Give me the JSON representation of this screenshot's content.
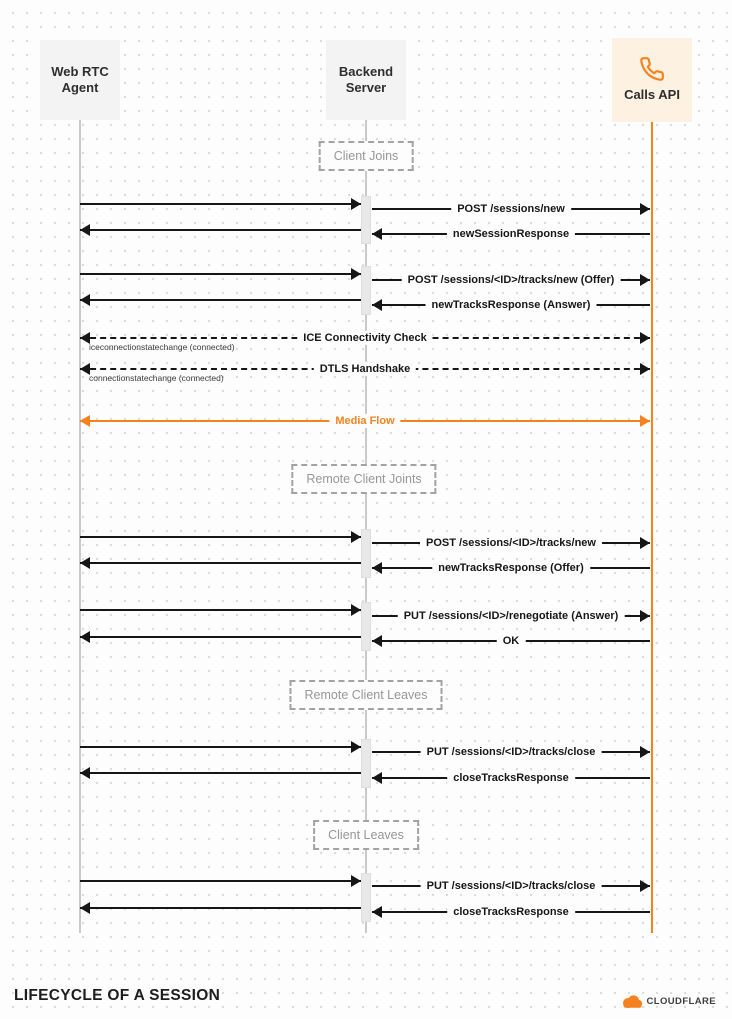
{
  "actors": {
    "agent": "Web RTC Agent",
    "backend": "Backend Server",
    "calls": "Calls API"
  },
  "sections": {
    "client_joins": "Client Joins",
    "remote_client_joins": "Remote Client Joints",
    "remote_client_leaves": "Remote Client Leaves",
    "client_leaves": "Client Leaves"
  },
  "messages": {
    "post_sessions_new": "POST /sessions/new",
    "new_session_response": "newSessionResponse",
    "post_tracks_new_offer": "POST /sessions/<ID>/tracks/new (Offer)",
    "new_tracks_response_answer": "newTracksResponse (Answer)",
    "ice_connectivity_check": "ICE Connectivity Check",
    "ice_caption": "iceconnectionstatechange (connected)",
    "dtls_handshake": "DTLS Handshake",
    "dtls_caption": "connectionstatechange (connected)",
    "media_flow": "Media Flow",
    "post_tracks_new": "POST /sessions/<ID>/tracks/new",
    "new_tracks_response_offer": "newTracksResponse (Offer)",
    "put_renegotiate_answer": "PUT /sessions/<ID>/renegotiate (Answer)",
    "ok": "OK",
    "put_tracks_close": "PUT /sessions/<ID>/tracks/close",
    "close_tracks_response": "closeTracksResponse"
  },
  "icons": {
    "calls_api": "phone-icon",
    "brand": "cloudflare-cloud-icon"
  },
  "colors": {
    "accent": "#f6821f",
    "arrow": "#161616",
    "lifeline": "#c9c9c9",
    "actor_bg": "#f3f3f3",
    "calls_api_bg": "#fdf1e2"
  },
  "footer": {
    "title": "LIFECYCLE OF A SESSION",
    "brand": "CLOUDFLARE"
  }
}
